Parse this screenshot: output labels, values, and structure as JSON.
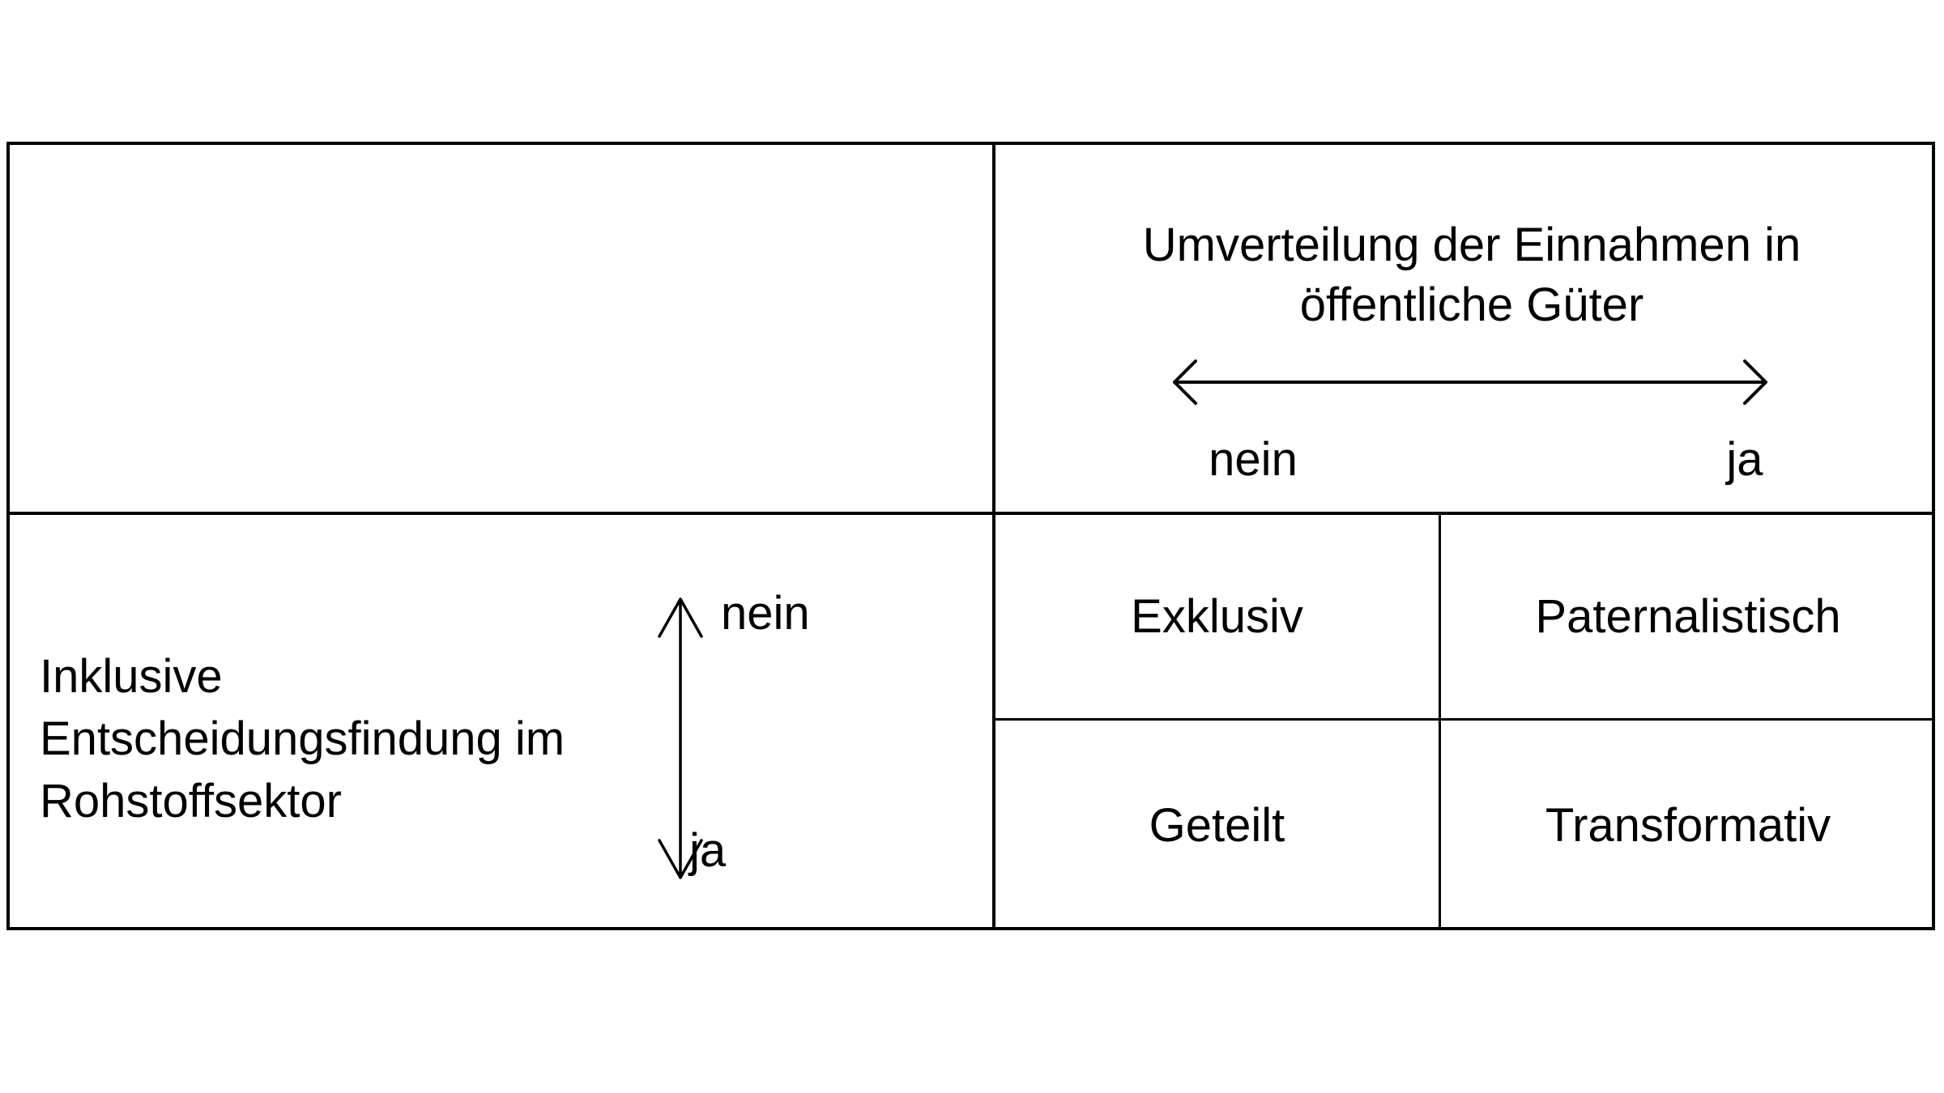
{
  "diagram": {
    "column_axis": {
      "title_line1": "Umverteilung der Einnahmen in",
      "title_line2": "öffentliche Güter",
      "left_label": "nein",
      "right_label": "ja"
    },
    "row_axis": {
      "title_line1": "Inklusive",
      "title_line2": "Entscheidungsfindung im",
      "title_line3": "Rohstoffsektor",
      "top_label": "nein",
      "bottom_label": "ja"
    },
    "cells": {
      "top_left": "Exklusiv",
      "top_right": "Paternalistisch",
      "bottom_left": "Geteilt",
      "bottom_right": "Transformativ"
    },
    "colors": {
      "line": "#000000",
      "text": "#000000",
      "background": "#ffffff"
    }
  }
}
